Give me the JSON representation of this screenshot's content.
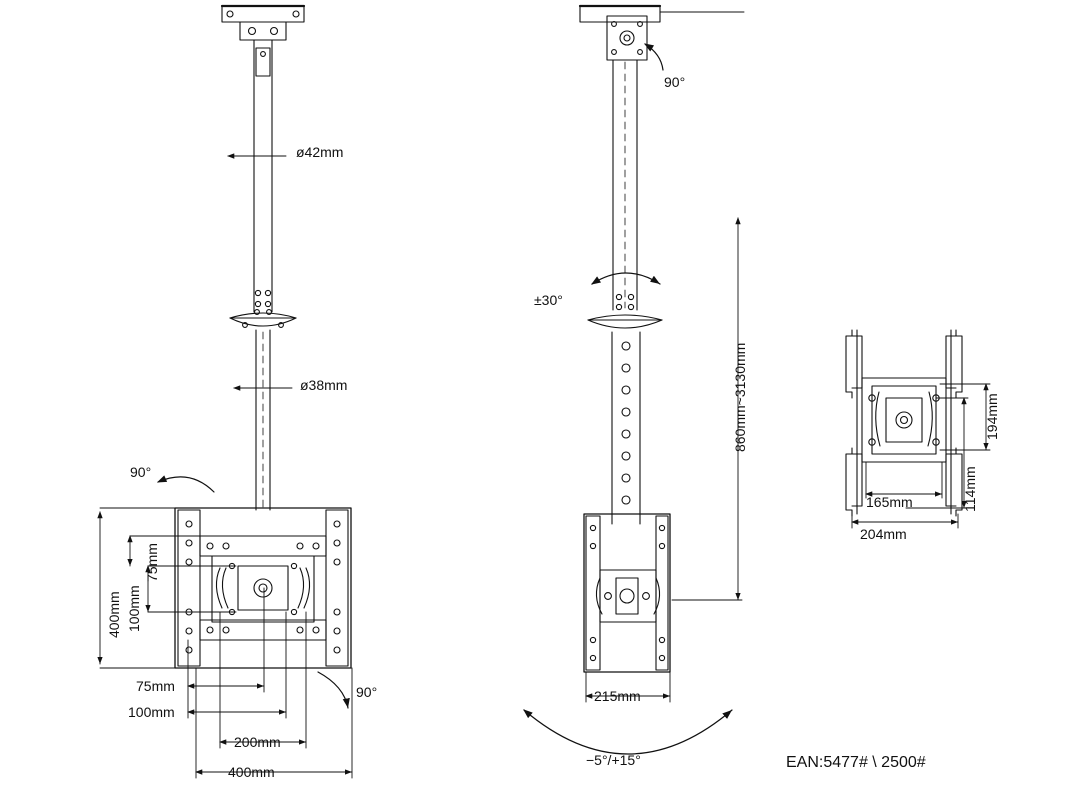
{
  "drawing": {
    "title": "TV ceiling mount technical drawing",
    "views": [
      {
        "name": "front-view",
        "id": "left"
      },
      {
        "name": "side-view",
        "id": "middle"
      },
      {
        "name": "rear-detail-view",
        "id": "right"
      }
    ]
  },
  "labels": {
    "pipe_outer_diameter": "ø42mm",
    "pipe_inner_diameter": "ø38mm",
    "rotation_top_left": "90°",
    "rotation_bottom_left": "90°",
    "rotation_top_middle": "90°",
    "swivel_middle": "±30°",
    "height_range": "860mm~3130mm",
    "tilt_range": "−5°/+15°",
    "left_width_overall": "400mm",
    "left_height_overall": "400mm",
    "left_vesa_h_200": "200mm",
    "left_vesa_h_100": "100mm",
    "left_vesa_h_75": "75mm",
    "left_vesa_v_100": "100mm",
    "left_vesa_v_75": "75mm",
    "middle_plate_width": "215mm",
    "right_width_204": "204mm",
    "right_width_165": "165mm",
    "right_height_194": "194mm",
    "right_height_114": "114mm",
    "ean": "EAN:5477#  \\  2500#"
  }
}
